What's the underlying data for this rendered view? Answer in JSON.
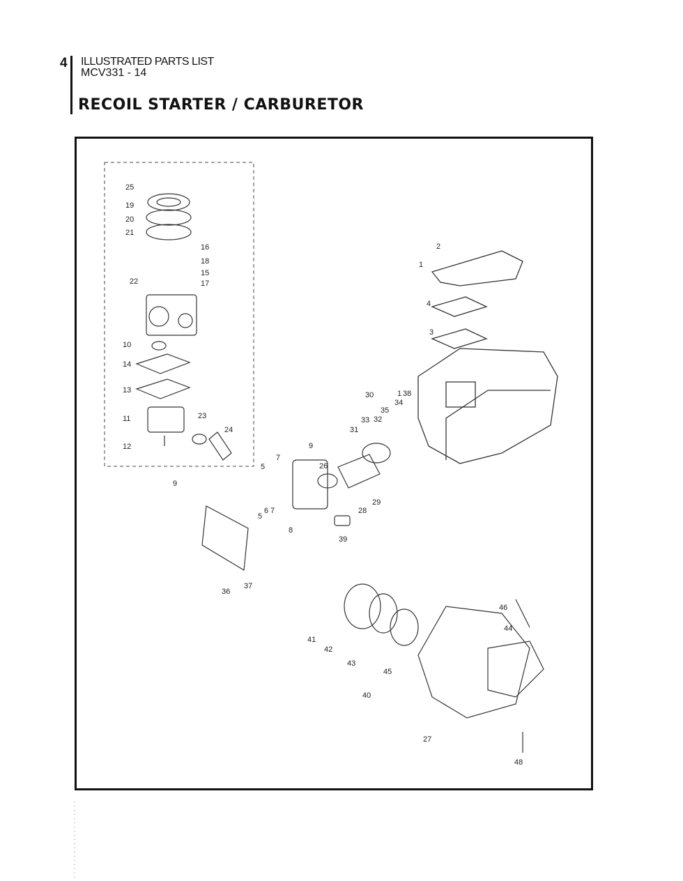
{
  "header": {
    "page_number": "4",
    "doc_type": "ILLUSTRATED PARTS LIST",
    "model": "MCV331 - 14",
    "title": "RECOIL STARTER / CARBURETOR"
  },
  "part_callouts": [
    "1",
    "2",
    "3",
    "4",
    "5",
    "5",
    "6",
    "7",
    "7",
    "8",
    "9",
    "9",
    "9",
    "10",
    "11",
    "12",
    "13",
    "14",
    "15",
    "16",
    "17",
    "18",
    "19",
    "20",
    "21",
    "22",
    "23",
    "24",
    "25",
    "26",
    "27",
    "28",
    "29",
    "30",
    "31",
    "32",
    "33",
    "34",
    "35",
    "36",
    "37",
    "38",
    "39",
    "40",
    "41",
    "42",
    "43",
    "44",
    "45",
    "46",
    "48"
  ]
}
